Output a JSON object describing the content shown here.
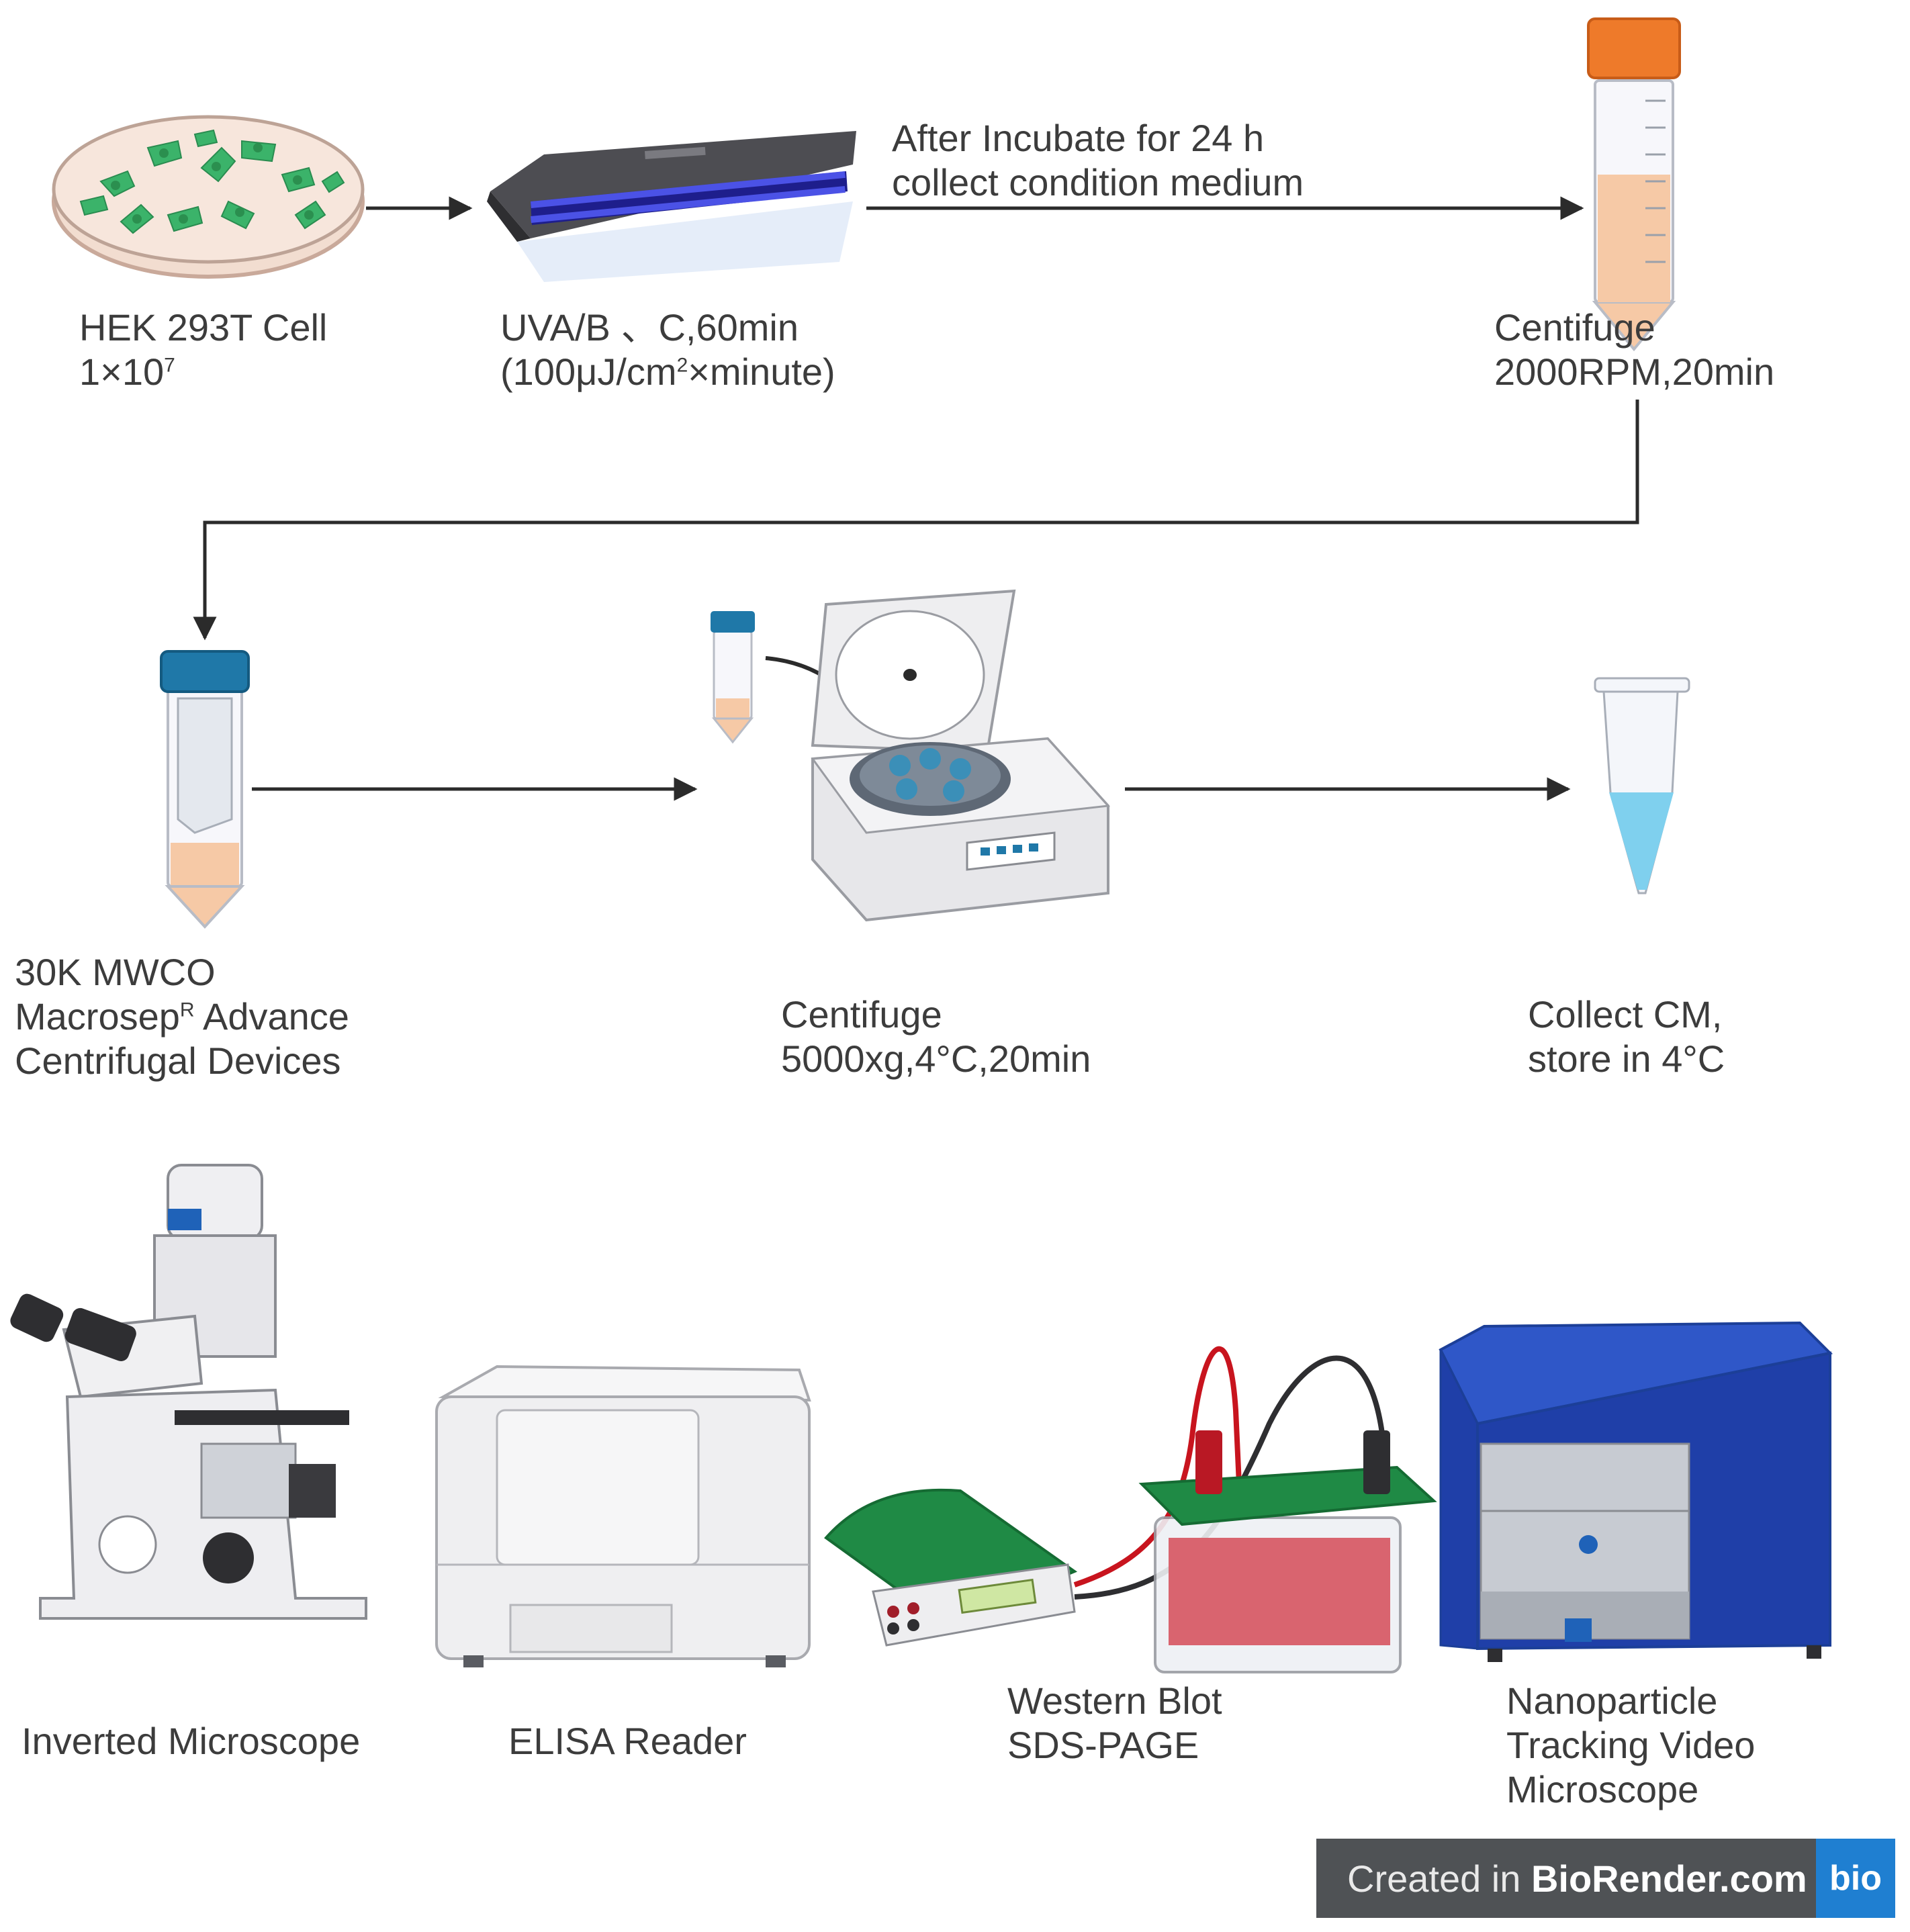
{
  "steps": {
    "hek_cell": {
      "line1": "HEK 293T Cell",
      "line2_base": "1×10",
      "line2_sup": "7"
    },
    "uv": {
      "line1": "UVA/B 、C,60min",
      "line2_pre": "(100μJ/cm",
      "line2_sup": "2",
      "line2_post": "×minute)"
    },
    "incubate": {
      "line1": "After Incubate for 24 h",
      "line2": "collect condition medium"
    },
    "centrifuge1": {
      "line1": "Centifuge",
      "line2": "2000RPM,20min"
    },
    "macrosep": {
      "line1": "30K MWCO",
      "line2_pre": "Macrosep",
      "line2_sup": "R",
      "line2_post": " Advance",
      "line3": "Centrifugal Devices"
    },
    "centrifuge2": {
      "line1": "Centifuge",
      "line2": "5000xg,4°C,20min"
    },
    "collect": {
      "line1": "Collect CM,",
      "line2": "store in 4°C"
    }
  },
  "instruments": {
    "microscope": "Inverted Microscope",
    "elisa": "ELISA Reader",
    "western": {
      "line1": "Western Blot",
      "line2": "SDS-PAGE"
    },
    "nta": {
      "line1": "Nanoparticle",
      "line2": "Tracking Video",
      "line3": "Microscope"
    }
  },
  "badge": {
    "prefix": "Created in ",
    "brand": "BioRender.com",
    "logo": "bio"
  },
  "colors": {
    "cell_green": "#3bb36a",
    "uv_blue": "#3a3fd1",
    "orange_cap": "#ee7a2a",
    "blue_cap": "#1f78a8",
    "medium_peach": "#f6c9a6",
    "liquid_blue": "#7fd0ee",
    "western_green": "#1f8a45",
    "gel_red": "#d9646f",
    "nta_blue": "#1f3fa8"
  },
  "icons": [
    "petri-dish-icon",
    "uv-lamp-icon",
    "conical-tube-icon",
    "filter-tube-icon",
    "centrifuge-icon",
    "microtube-icon",
    "microscope-icon",
    "elisa-reader-icon",
    "power-supply-icon",
    "gel-tank-icon",
    "nta-instrument-icon"
  ]
}
